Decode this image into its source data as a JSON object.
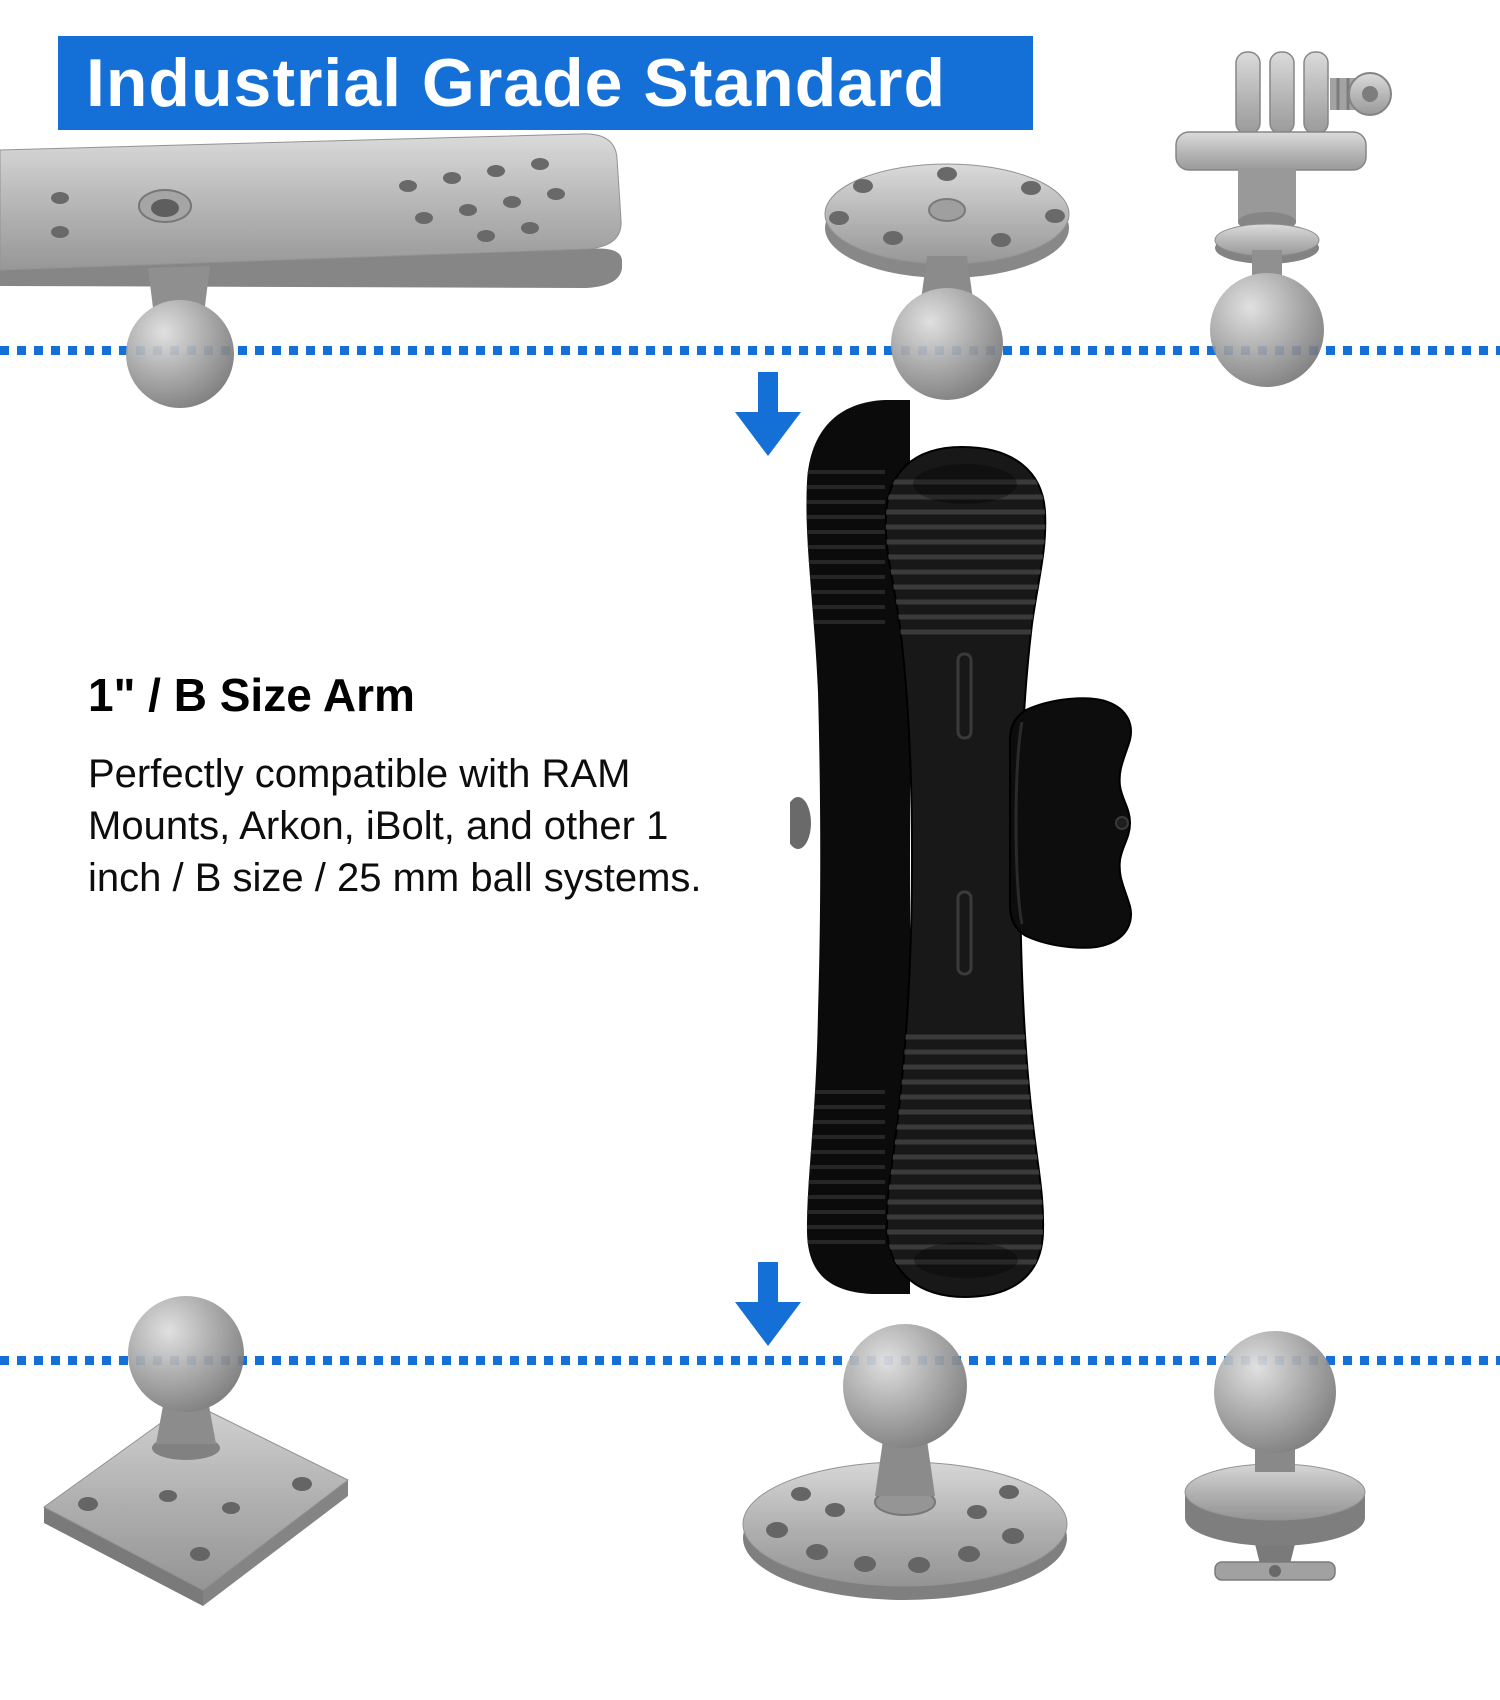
{
  "banner": {
    "title": "Industrial Grade Standard",
    "bg_color": "#1470d6",
    "text_color": "#ffffff"
  },
  "feature": {
    "heading": "1\" / B Size Arm",
    "body": "Perfectly compatible with RAM Mounts, Arkon, iBolt, and other 1 inch / B size / 25 mm ball systems."
  },
  "colors": {
    "accent_blue": "#1470d6",
    "arm_black": "#161616",
    "metal_gray": "#a8a8a8"
  },
  "figures": {
    "top_left": "rectangular-mounting-plate-with-ball",
    "top_center": "round-mounting-plate-with-ball",
    "top_right": "action-camera-adapter-with-ball",
    "center": "double-socket-arm-with-knob",
    "bottom_left": "square-amps-plate-with-ball",
    "bottom_center": "round-mounting-plate-with-ball",
    "bottom_right": "ball-with-track-base-adapter"
  },
  "decorations": {
    "dotted_line_color": "#1470d6",
    "arrow_color": "#1470d6"
  }
}
